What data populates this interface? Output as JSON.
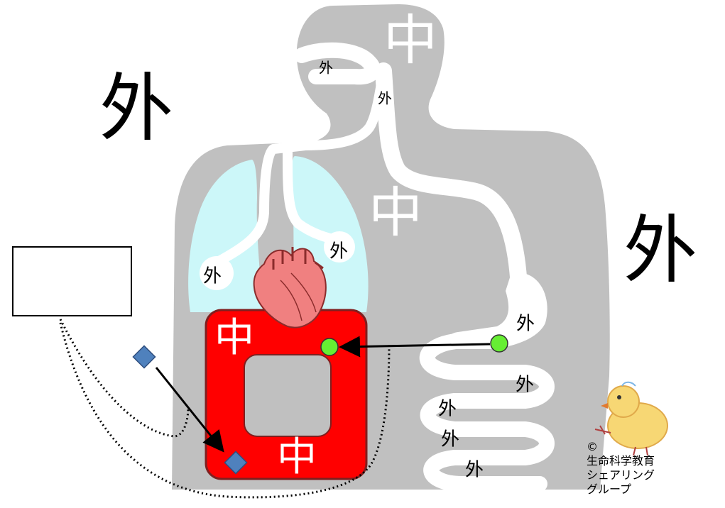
{
  "labels": {
    "outside_large_left": "外",
    "outside_large_right": "外",
    "inside_head": "中",
    "inside_torso": "中",
    "inside_body_top": "中",
    "inside_body_bottom": "中",
    "outside_nose": "外",
    "outside_throat": "外",
    "outside_lung_left": "外",
    "outside_lung_right": "外",
    "outside_stomach": "外",
    "outside_intestine_1": "外",
    "outside_intestine_2": "外",
    "outside_intestine_3": "外",
    "outside_intestine_4": "外"
  },
  "empty_box_text": "",
  "credit": {
    "copyright": "©",
    "line1": "生命科学教育",
    "line2": "シェアリング",
    "line3": "グループ"
  },
  "colors": {
    "body": "#c0c0c0",
    "tube": "#ffffff",
    "lung": "#ccf7f9",
    "inner_body": "#ff0000",
    "heart": "#f08080",
    "green_marker": "#66ee33",
    "blue_marker": "#4f81bd"
  }
}
